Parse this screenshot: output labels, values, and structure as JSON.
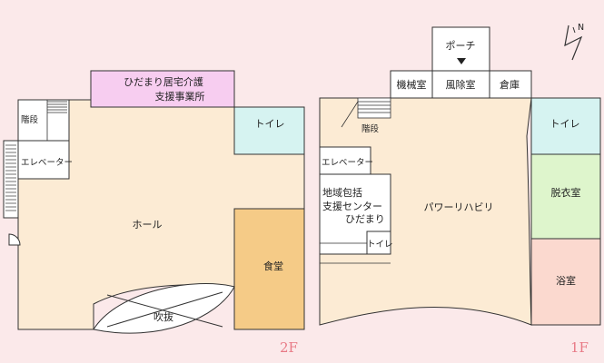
{
  "compass": {
    "label": "N"
  },
  "floor2": {
    "floor_label": "2F",
    "rooms": {
      "office_line1": "ひだまり居宅介護",
      "office_line2": "支援事業所",
      "stairs": "階段",
      "elevator": "エレベーター",
      "hall": "ホール",
      "toilet": "トイレ",
      "dining": "食堂",
      "atrium": "吹抜"
    }
  },
  "floor1": {
    "floor_label": "1F",
    "rooms": {
      "porch": "ポーチ",
      "machine_room": "機械室",
      "dust_room": "風除室",
      "storage": "倉庫",
      "stairs": "階段",
      "elevator": "エレベーター",
      "center_line1": "地域包括",
      "center_line2": "支援センター",
      "center_line3": "ひだまり",
      "toilet_small": "トイレ",
      "power_rehab": "パワーリハビリ",
      "toilet": "トイレ",
      "changing_room": "脱衣室",
      "bathroom": "浴室"
    }
  },
  "colors": {
    "background": "#fbe9ea",
    "floor": "#fcebd4",
    "toilet": "#d6f3f1",
    "office": "#f7cdf0",
    "dining": "#f5cb87",
    "changing": "#def5cc",
    "bath": "#fbd9cf",
    "floor_label": "#e87a86"
  }
}
